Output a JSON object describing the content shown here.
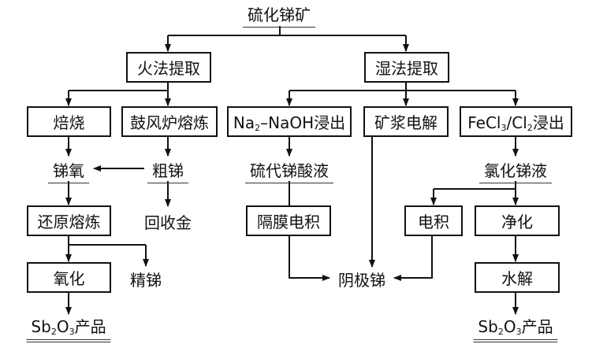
{
  "title": "硫化锑矿",
  "methods": {
    "pyro": "火法提取",
    "hydro": "湿法提取"
  },
  "row2": {
    "roast": "焙烧",
    "blast_furnace": "鼓风炉熔炼",
    "na2s_leach": {
      "pre": "Na",
      "sub": "2",
      "post": "–NaOH浸出"
    },
    "slurry_electrolysis": "矿浆电解",
    "fecl3_leach": {
      "a": "FeCl",
      "sub1": "3",
      "b": "/Cl",
      "sub2": "2",
      "c": "浸出"
    }
  },
  "row3": {
    "antimony_oxide": "锑氧",
    "crude_antimony": "粗锑",
    "thioantimonate": "硫代锑酸液",
    "antimony_chloride": "氯化锑液"
  },
  "row4": {
    "reduction_smelting": "还原熔炼",
    "recover_gold": "回收金",
    "membrane_electrowinning": "隔膜电积",
    "electrowinning": "电积",
    "purification": "净化"
  },
  "row5": {
    "oxidation": "氧化",
    "refined_antimony": "精锑",
    "cathode_antimony": "阴极锑",
    "hydrolysis": "水解"
  },
  "product": {
    "a": "Sb",
    "sub1": "2",
    "b": "O",
    "sub2": "3",
    "c": "产品"
  }
}
